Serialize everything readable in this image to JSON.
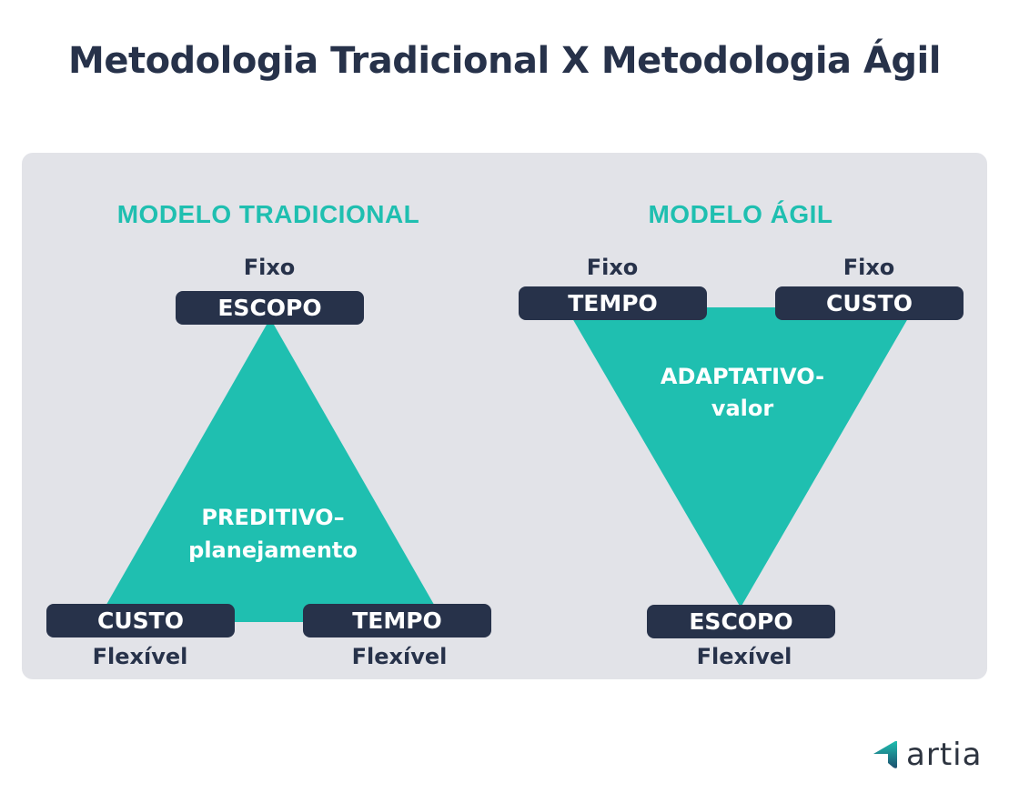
{
  "title": "Metodologia Tradicional X Metodologia Ágil",
  "colors": {
    "dark": "#27324a",
    "teal": "#1fbfb0",
    "panel": "#e2e3e8"
  },
  "traditional": {
    "heading": "MODELO TRADICIONAL",
    "top": {
      "state": "Fixo",
      "pill": "ESCOPO"
    },
    "bottom_left": {
      "pill": "CUSTO",
      "state": "Flexível"
    },
    "bottom_right": {
      "pill": "TEMPO",
      "state": "Flexível"
    },
    "center_line1": "PREDITIVO–",
    "center_line2": "planejamento"
  },
  "agile": {
    "heading": "MODELO ÁGIL",
    "top_left": {
      "state": "Fixo",
      "pill": "TEMPO"
    },
    "top_right": {
      "state": "Fixo",
      "pill": "CUSTO"
    },
    "bottom": {
      "pill": "ESCOPO",
      "state": "Flexível"
    },
    "center_line1": "ADAPTATIVO-",
    "center_line2": "valor"
  },
  "logo": {
    "text": "artia",
    "icon": "artia-logo-icon"
  }
}
